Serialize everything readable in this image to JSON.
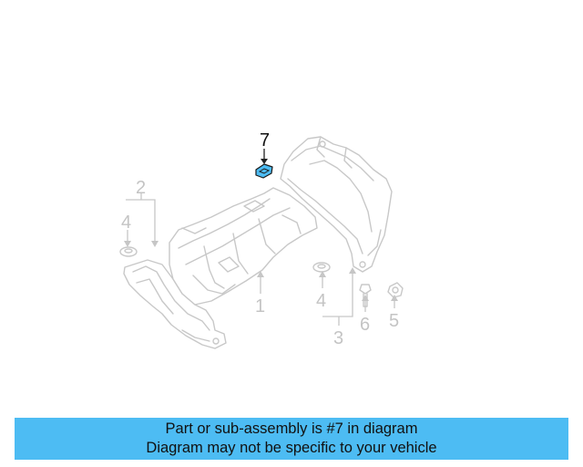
{
  "diagram": {
    "callouts": {
      "c1": "1",
      "c2": "2",
      "c3": "3",
      "c4a": "4",
      "c4b": "4",
      "c5": "5",
      "c6": "6",
      "c7": "7"
    },
    "highlight_color": "#4dbcf3",
    "highlighted_part": "7"
  },
  "banner": {
    "line1": "Part or sub-assembly is #7 in diagram",
    "line2": "Diagram may not be specific to your vehicle",
    "background": "#4dbcf3"
  }
}
